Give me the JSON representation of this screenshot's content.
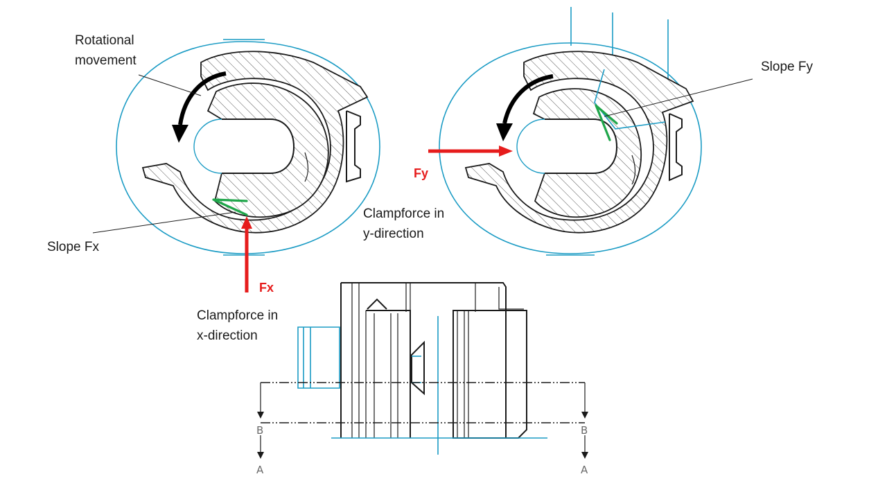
{
  "labels": {
    "rotational_movement_line1": "Rotational",
    "rotational_movement_line2": "movement",
    "slope_fx": "Slope Fx",
    "slope_fy": "Slope Fy",
    "force_fx": "Fx",
    "force_fy": "Fy",
    "clamp_y_line1": "Clampforce in",
    "clamp_y_line2": "y-direction",
    "clamp_x_line1": "Clampforce in",
    "clamp_x_line2": "x-direction",
    "section_b_left": "B",
    "section_a_left": "A",
    "section_b_right": "B",
    "section_a_right": "A"
  },
  "colors": {
    "outline": "#1a9bc4",
    "force_arrow": "#e61c1c",
    "slope": "#1fa64a",
    "rotation_arrow": "#000000",
    "body_lines": "#1a1a1a"
  }
}
